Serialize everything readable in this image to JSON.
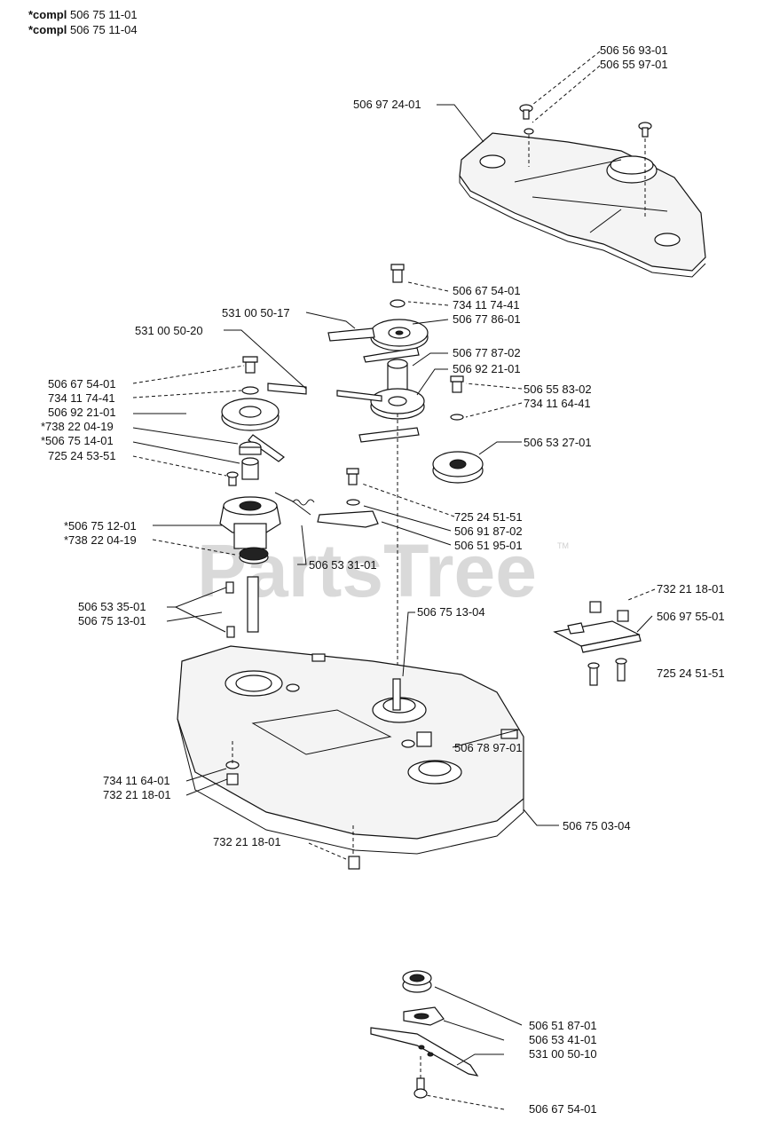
{
  "header": {
    "line1_prefix": "*compl",
    "line1_number": "506 75 11-01",
    "line2_prefix": "*compl",
    "line2_number": "506 75 11-04"
  },
  "watermark": "PartsTree",
  "trademark": "TM",
  "callouts": [
    "506 56 93-01",
    "506 55 97-01",
    "506 97 24-01",
    "506 67 54-01",
    "734 11 74-41",
    "531 00 50-17",
    "506 77 86-01",
    "531 00 50-20",
    "506 77 87-02",
    "506 92 21-01",
    "506 67 54-01",
    "734 11 74-41",
    "506 92 21-01",
    "506 55 83-02",
    "*738 22 04-19",
    "734 11 64-41",
    "*506 75 14-01",
    "506 53 27-01",
    "725 24 53-51",
    "725 24 51-51",
    "506 91 87-02",
    "*506 75 12-01",
    "*738 22 04-19",
    "506 51 95-01",
    "506 53 31-01",
    "732 21 18-01",
    "506 53 35-01",
    "506 75 13-04",
    "506 97 55-01",
    "506 75 13-01",
    "725 24 51-51",
    "506 78 97-01",
    "734 11 64-01",
    "732 21 18-01",
    "506 75 03-04",
    "732 21 18-01",
    "506 51 87-01",
    "506 53 41-01",
    "531 00 50-10",
    "506 67 54-01"
  ]
}
